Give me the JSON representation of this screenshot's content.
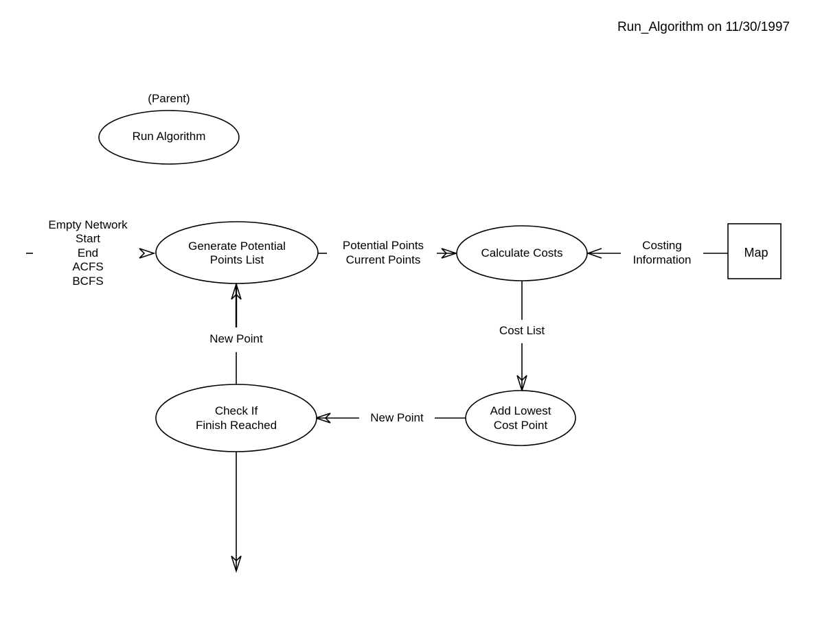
{
  "header": {
    "title": "Run_Algorithm on 11/30/1997"
  },
  "parent": {
    "caption": "(Parent)",
    "label": "Run Algorithm"
  },
  "processes": {
    "generate": [
      "Generate Potential",
      "Points List"
    ],
    "calculate": [
      "Calculate Costs"
    ],
    "add_lowest": [
      "Add Lowest",
      "Cost Point"
    ],
    "check_finish": [
      "Check If",
      "Finish Reached"
    ]
  },
  "external_entity": {
    "label": "Map"
  },
  "flows": {
    "inputs": [
      "Empty Network",
      "Start",
      "End",
      "ACFS",
      "BCFS"
    ],
    "potential_current": [
      "Potential Points",
      "Current Points"
    ],
    "costing_info": [
      "Costing",
      "Information"
    ],
    "cost_list": [
      "Cost List"
    ],
    "new_point_left": [
      "New Point"
    ],
    "new_point_up": [
      "New Point"
    ]
  }
}
